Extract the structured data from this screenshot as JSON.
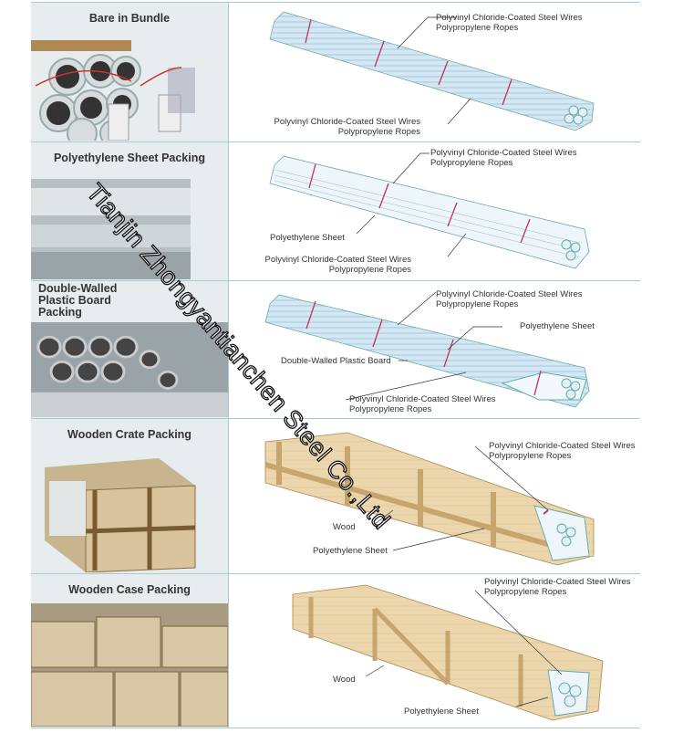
{
  "rows": [
    {
      "title": "Bare in Bundle",
      "labels": [
        "Polyvinyl Chloride-Coated Steel Wires\nPolypropylene Ropes",
        "Polyvinyl Chloride-Coated Steel Wires\nPolypropylene Ropes"
      ]
    },
    {
      "title": "Polyethylene Sheet Packing",
      "labels": [
        "Polyvinyl Chloride-Coated Steel Wires\nPolypropylene Ropes",
        "Polyethylene Sheet",
        "Polyvinyl Chloride-Coated Steel Wires\nPolypropylene Ropes"
      ]
    },
    {
      "title": "Double-Walled Plastic Board\nPacking",
      "labels": [
        "Polyvinyl Chloride-Coated Steel Wires\nPolypropylene Ropes",
        "Polyethylene Sheet",
        "Double-Walled Plastic Board",
        "Polyvinyl Chloride-Coated Steel Wires\nPolypropylene Ropes"
      ]
    },
    {
      "title": "Wooden Crate Packing",
      "labels": [
        "Polyvinyl Chloride-Coated Steel Wires\nPolypropylene Ropes",
        "Wood",
        "Polyethylene Sheet"
      ]
    },
    {
      "title": "Wooden Case Packing",
      "labels": [
        "Polyvinyl Chloride-Coated Steel Wires\nPolypropylene Ropes",
        "Wood",
        "Polyethylene Sheet"
      ]
    }
  ],
  "watermark": "Tianjin Zhongyantianchen Steel Co.,Ltd",
  "colors": {
    "pipe": "#cfe6f2",
    "rope": "#c0305a",
    "wood": "#e8d2a8",
    "border": "#a9c9d3"
  }
}
